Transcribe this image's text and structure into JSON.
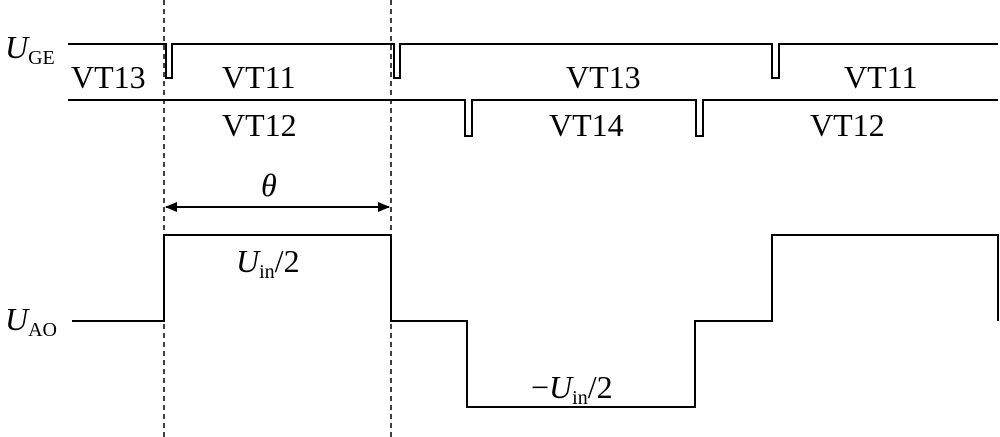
{
  "signals": {
    "gate": {
      "symbol": "U",
      "subscript": "GE"
    },
    "output": {
      "symbol": "U",
      "subscript": "AO"
    }
  },
  "gate_row1": [
    "VT13",
    "VT11",
    "VT13",
    "VT11"
  ],
  "gate_row2": [
    "VT12",
    "VT14",
    "VT12"
  ],
  "angle": {
    "symbol": "θ"
  },
  "levels": {
    "positive": {
      "prefix": "",
      "symbol": "U",
      "subscript": "in",
      "suffix": "/2"
    },
    "negative": {
      "prefix": "−",
      "symbol": "U",
      "subscript": "in",
      "suffix": "/2"
    }
  }
}
